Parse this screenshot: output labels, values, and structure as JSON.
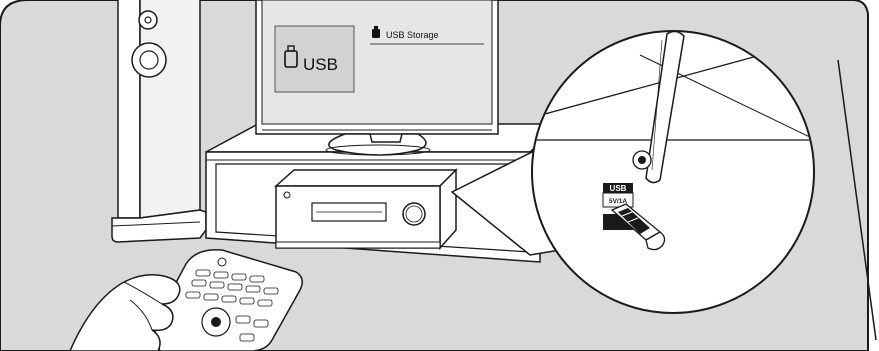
{
  "tv": {
    "tile_label": "USB",
    "menu_item_label": "USB Storage"
  },
  "usb_port": {
    "port_label": "USB",
    "rating_label": "5V/1A"
  },
  "colors": {
    "panel_background": "#d9d9d9",
    "line": "#1a1a1a",
    "screen": "#e6e6e6",
    "tile": "#d2d2d2"
  }
}
